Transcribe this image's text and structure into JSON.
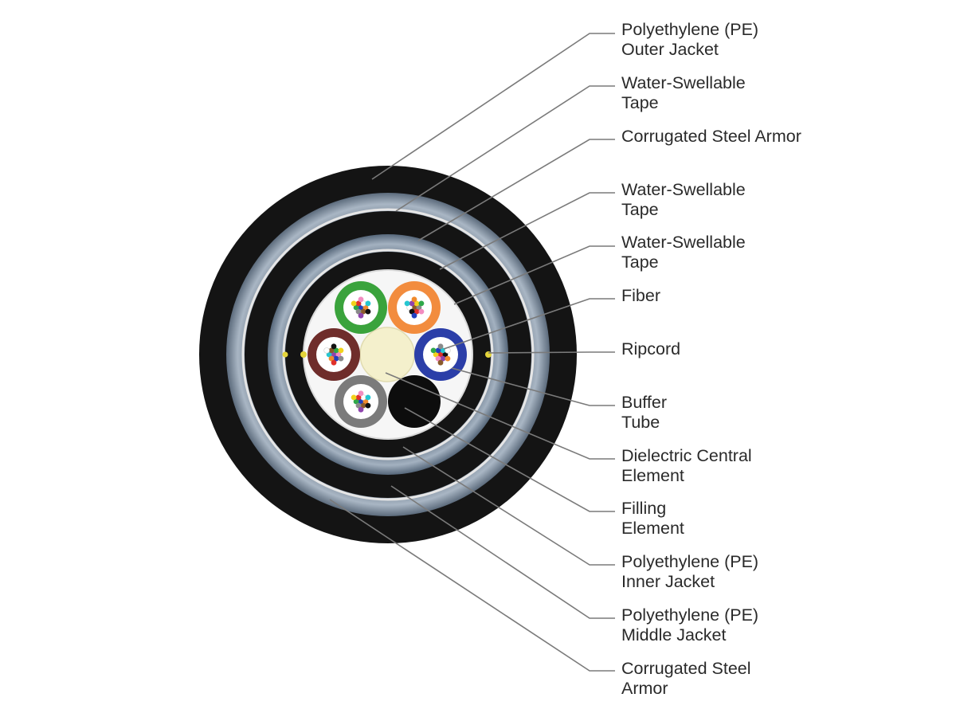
{
  "callouts": [
    {
      "lines": [
        "Polyethylene (PE)",
        "Outer Jacket"
      ]
    },
    {
      "lines": [
        "Water-Swellable",
        "Tape"
      ]
    },
    {
      "lines": [
        "Corrugated Steel Armor"
      ]
    },
    {
      "lines": [
        "Water-Swellable",
        "Tape"
      ]
    },
    {
      "lines": [
        "Water-Swellable",
        "Tape"
      ]
    },
    {
      "lines": [
        "Fiber"
      ]
    },
    {
      "lines": [
        "Ripcord"
      ]
    },
    {
      "lines": [
        "Buffer",
        "Tube"
      ]
    },
    {
      "lines": [
        "Dielectric Central",
        "Element"
      ]
    },
    {
      "lines": [
        "Filling",
        "Element"
      ]
    },
    {
      "lines": [
        "Polyethylene (PE)",
        "Inner Jacket"
      ]
    },
    {
      "lines": [
        "Polyethylene (PE)",
        "Middle Jacket"
      ]
    },
    {
      "lines": [
        "Corrugated Steel",
        "Armor"
      ]
    }
  ],
  "colors": {
    "jacket": "#111111",
    "armor": "#7d8ea3",
    "tape": "#e8e8e8",
    "buffer_tube_colors": [
      "#3a9e3a",
      "#f08a3c",
      "#2a3fa8",
      "#6e2c2a",
      "#7a7a7a"
    ],
    "central_element": "#f4f0cc",
    "filling_element": "#0d0d0d",
    "ripcord": "#e3d33a",
    "leader_line": "#7a7a7a"
  }
}
